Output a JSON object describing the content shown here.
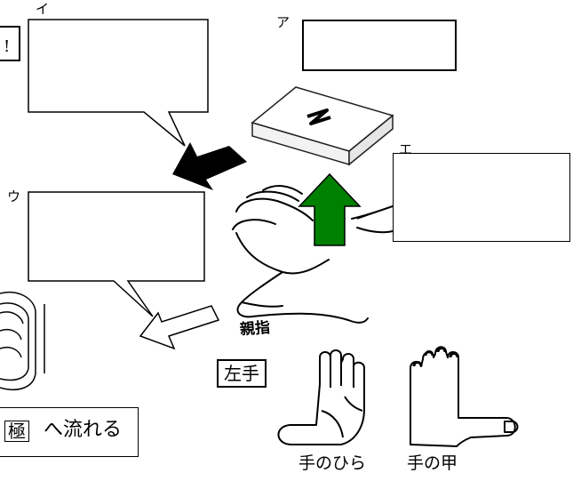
{
  "labels": {
    "a": "ア",
    "i": "イ",
    "u": "ウ",
    "e": "エ"
  },
  "left_edge_mark": "!",
  "magnet_letter": "N",
  "thumb_label": "親指",
  "left_hand_label": "左手",
  "palm_label": "手のひら",
  "back_label": "手の甲",
  "flow_text": {
    "boxed_char": "極",
    "rest": "へ流れる"
  },
  "colors": {
    "force_arrow": "#008000",
    "field_arrow": "#000000",
    "current_arrow": "#ffffff"
  }
}
